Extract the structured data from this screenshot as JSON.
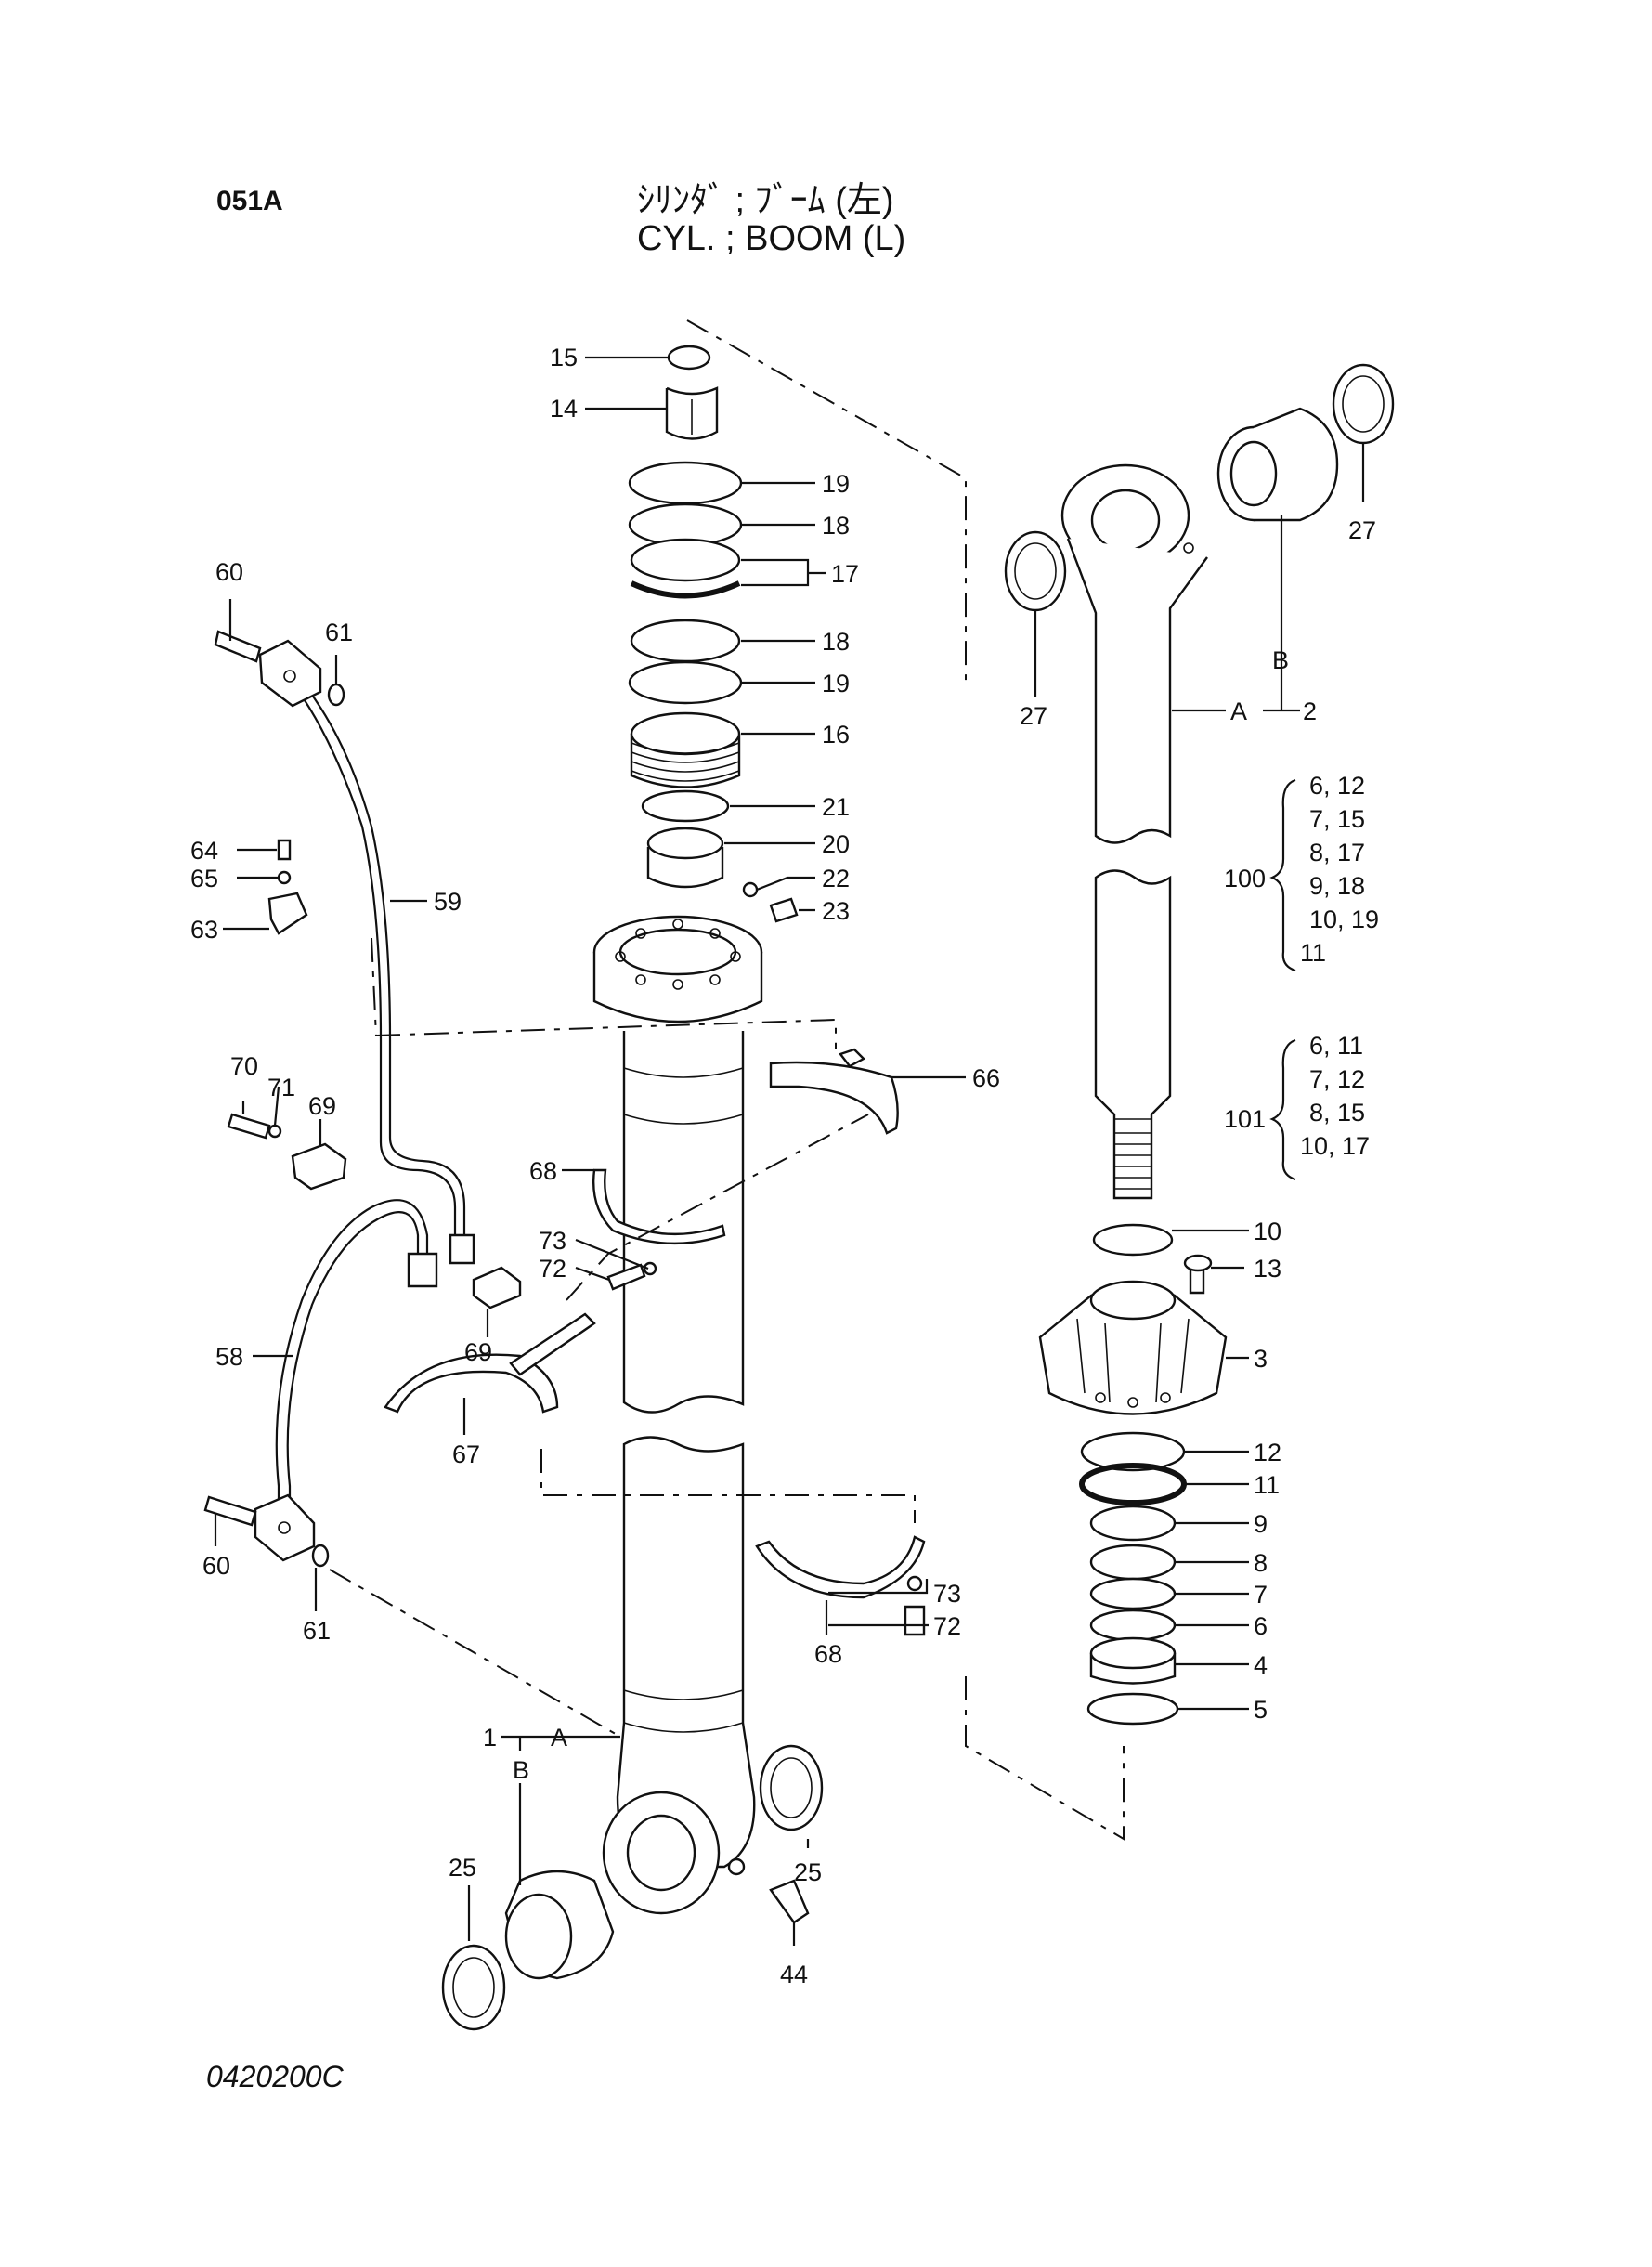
{
  "header": {
    "section_code": "051A",
    "title_jp": "ｼﾘﾝﾀﾞ ; ﾌﾞｰﾑ (左)",
    "title_en": "CYL. ; BOOM (L)"
  },
  "footer": {
    "drawing_number": "0420200C"
  },
  "callouts": {
    "c15": "15",
    "c14": "14",
    "c19a": "19",
    "c18a": "18",
    "c17": "17",
    "c18b": "18",
    "c19b": "19",
    "c16": "16",
    "c21": "21",
    "c20": "20",
    "c22": "22",
    "c23": "23",
    "c27a": "27",
    "c27b": "27",
    "cB_top": "B",
    "cA_top": "A",
    "c2": "2",
    "c60a": "60",
    "c61a": "61",
    "c59": "59",
    "c64": "64",
    "c65": "65",
    "c63": "63",
    "c66": "66",
    "c70": "70",
    "c71": "71",
    "c69a": "69",
    "c68a": "68",
    "c73a": "73",
    "c72a": "72",
    "c69b": "69",
    "c58": "58",
    "c67": "67",
    "c60b": "60",
    "c61b": "61",
    "c68b": "68",
    "c73b": "73",
    "c72b": "72",
    "c1": "1",
    "cA_bot": "A",
    "cB_bot": "B",
    "c25a": "25",
    "c25b": "25",
    "c44": "44",
    "c10": "10",
    "c13": "13",
    "c3": "3",
    "c12": "12",
    "c11": "11",
    "c9": "9",
    "c8": "8",
    "c7": "7",
    "c6": "6",
    "c4": "4",
    "c5": "5"
  },
  "kits": {
    "kit100": {
      "number": "100",
      "items": [
        "6, 12",
        "7, 15",
        "8, 17",
        "9, 18",
        "10, 19",
        "11"
      ]
    },
    "kit101": {
      "number": "101",
      "items": [
        "6, 11",
        "7, 12",
        "8, 15",
        "10, 17"
      ]
    }
  }
}
